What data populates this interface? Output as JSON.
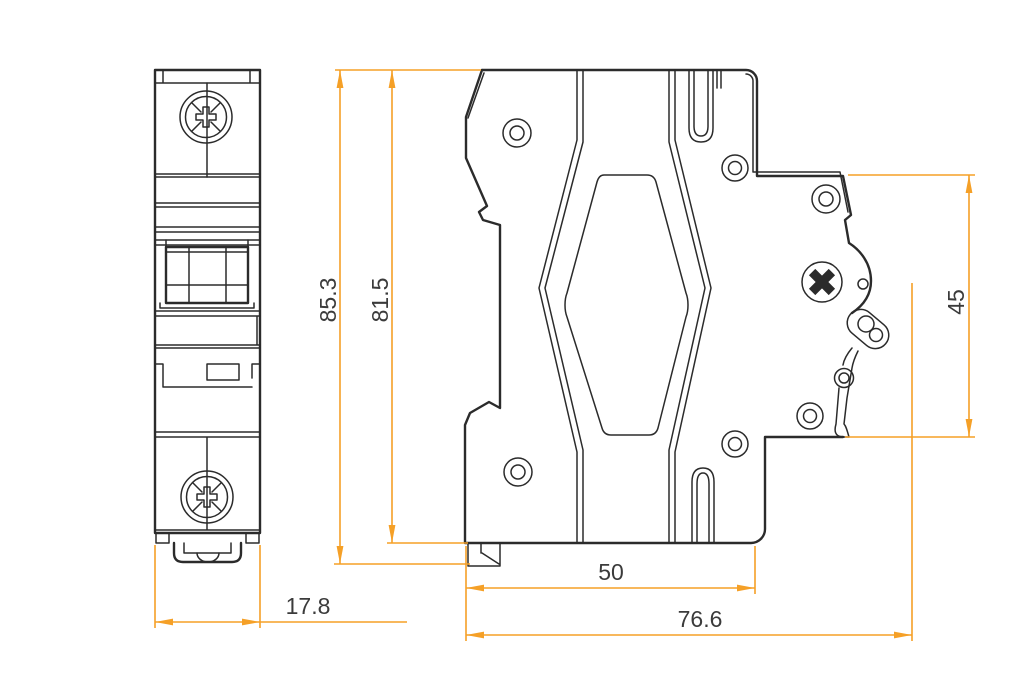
{
  "drawing": {
    "kind": "technical-drawing",
    "views": [
      {
        "id": "front-view"
      },
      {
        "id": "side-view"
      }
    ],
    "dimensions": {
      "overall_height": "85.3",
      "body_height": "81.5",
      "side_section_height": "45",
      "base_width": "50",
      "overall_depth": "76.6",
      "module_width": "17.8"
    },
    "colors": {
      "dimension": "#f5a027",
      "line": "#2b2b2b",
      "text": "#3b3b3b",
      "background": "#ffffff"
    }
  }
}
